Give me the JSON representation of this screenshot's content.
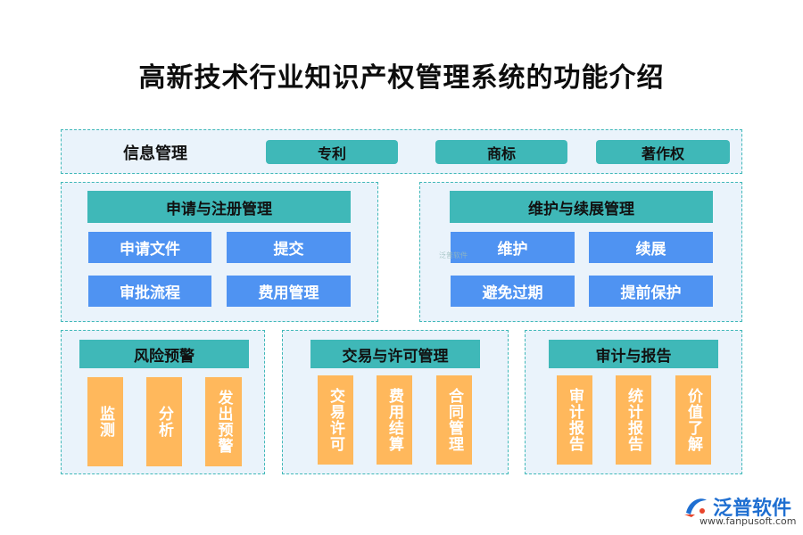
{
  "title": "高新技术行业知识产权管理系统的功能介绍",
  "info_mgmt": {
    "label": "信息管理",
    "items": [
      "专利",
      "商标",
      "著作权"
    ]
  },
  "apply_reg": {
    "header": "申请与注册管理",
    "items": [
      "申请文件",
      "提交",
      "审批流程",
      "费用管理"
    ]
  },
  "maintain": {
    "header": "维护与续展管理",
    "items": [
      "维护",
      "续展",
      "避免过期",
      "提前保护"
    ]
  },
  "risk": {
    "header": "风险预警",
    "items": [
      "监测",
      "分析",
      "发出预警"
    ]
  },
  "trade": {
    "header": "交易与许可管理",
    "items": [
      "交易许可",
      "费用结算",
      "合同管理"
    ]
  },
  "audit": {
    "header": "审计与报告",
    "items": [
      "审计报告",
      "统计报告",
      "价值了解"
    ]
  },
  "watermark": "泛普软件",
  "logo": {
    "name": "泛普软件",
    "url": "www.fanpusoft.com"
  },
  "colors": {
    "teal": "#3fb8b8",
    "blue": "#4f93f2",
    "orange": "#ffb85c",
    "panel": "#eaf3fb"
  }
}
